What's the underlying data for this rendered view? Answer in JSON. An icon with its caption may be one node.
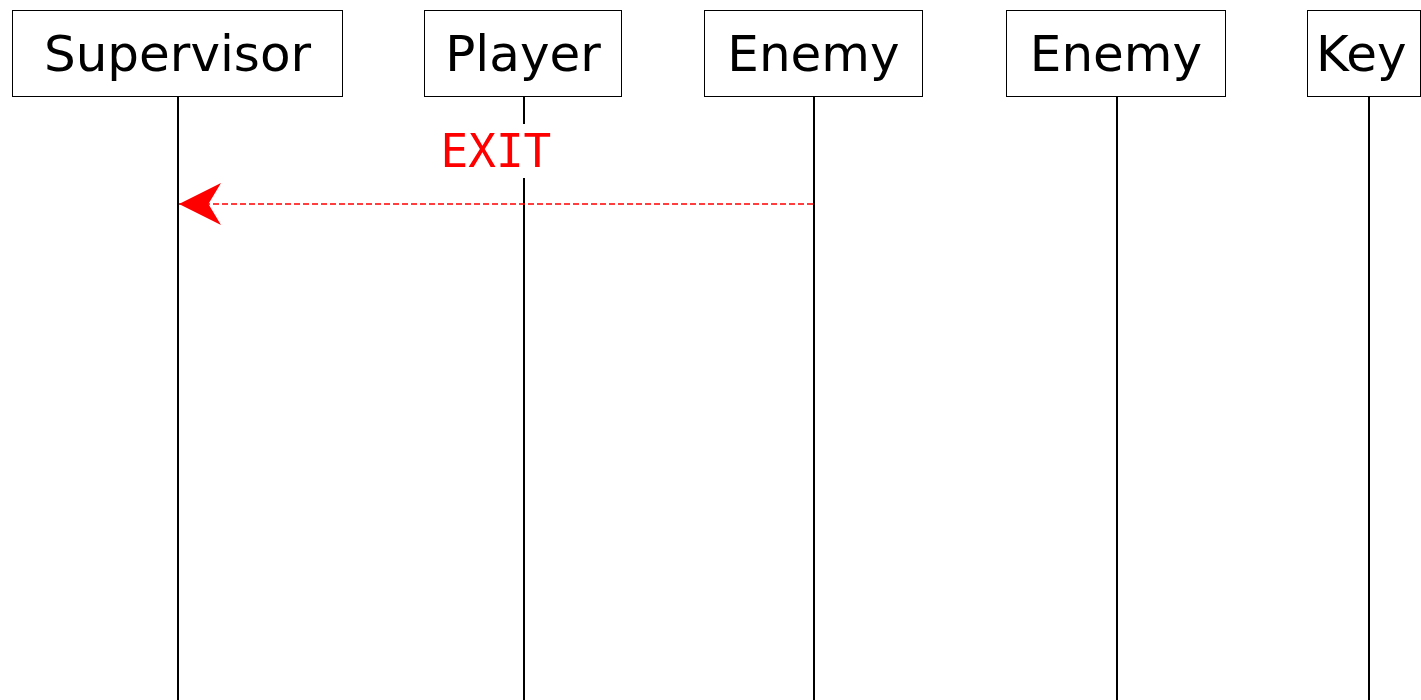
{
  "diagram": {
    "nodes": [
      {
        "text": [
          "Supervisor"
        ]
      },
      {
        "text": [
          "Player"
        ]
      },
      {
        "text": [
          "Enemy"
        ]
      },
      {
        "text": [
          "Enemy"
        ]
      },
      {
        "text": [
          "Key"
        ]
      },
      {
        "text": [],
        "shape": "line"
      },
      {
        "text": [],
        "shape": "line"
      },
      {
        "text": [],
        "shape": "line"
      },
      {
        "text": [],
        "shape": "line"
      },
      {
        "text": [],
        "shape": "line"
      }
    ],
    "edges": [
      {
        "from": 7,
        "to": 5,
        "arrow": "to",
        "label": "EXIT",
        "style": "dashed",
        "color": "#ff0000"
      }
    ]
  }
}
